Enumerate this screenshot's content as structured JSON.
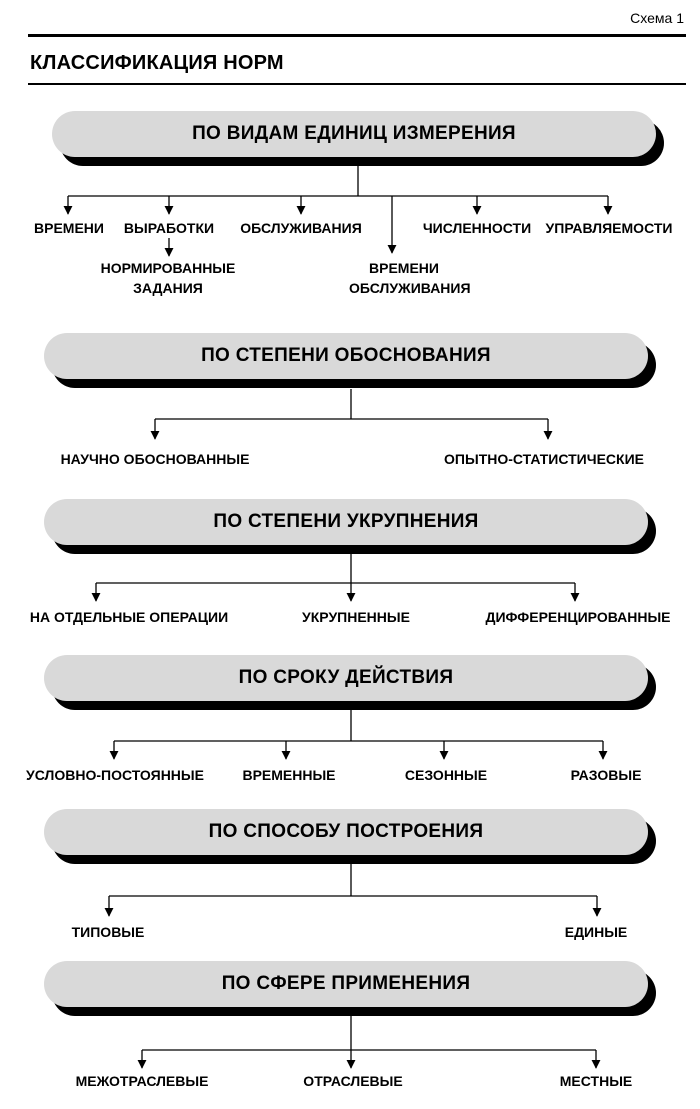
{
  "header": {
    "scheme_number": "Схема 1",
    "title": "КЛАССИФИКАЦИЯ НОРМ"
  },
  "groups": [
    {
      "title": "ПО ВИДАМ ЕДИНИЦ ИЗМЕРЕНИЯ",
      "items": [
        "ВРЕМЕНИ",
        "ВЫРАБОТКИ",
        "ОБСЛУЖИВАНИЯ",
        "ВРЕМЕНИ ОБСЛУЖИВАНИЯ",
        "ЧИСЛЕННОСТИ",
        "УПРАВЛЯЕМОСТИ"
      ],
      "sub_item": "НОРМИРОВАННЫЕ ЗАДАНИЯ"
    },
    {
      "title": "ПО СТЕПЕНИ ОБОСНОВАНИЯ",
      "items": [
        "НАУЧНО ОБОСНОВАННЫЕ",
        "ОПЫТНО-СТАТИСТИЧЕСКИЕ"
      ]
    },
    {
      "title": "ПО СТЕПЕНИ УКРУПНЕНИЯ",
      "items": [
        "НА ОТДЕЛЬНЫЕ ОПЕРАЦИИ",
        "УКРУПНЕННЫЕ",
        "ДИФФЕРЕНЦИРОВАННЫЕ"
      ]
    },
    {
      "title": "ПО СРОКУ ДЕЙСТВИЯ",
      "items": [
        "УСЛОВНО-ПОСТОЯННЫЕ",
        "ВРЕМЕННЫЕ",
        "СЕЗОННЫЕ",
        "РАЗОВЫЕ"
      ]
    },
    {
      "title": "ПО СПОСОБУ ПОСТРОЕНИЯ",
      "items": [
        "ТИПОВЫЕ",
        "ЕДИНЫЕ"
      ]
    },
    {
      "title": "ПО СФЕРЕ ПРИМЕНЕНИЯ",
      "items": [
        "МЕЖОТРАСЛЕВЫЕ",
        "ОТРАСЛЕВЫЕ",
        "МЕСТНЫЕ"
      ]
    }
  ]
}
